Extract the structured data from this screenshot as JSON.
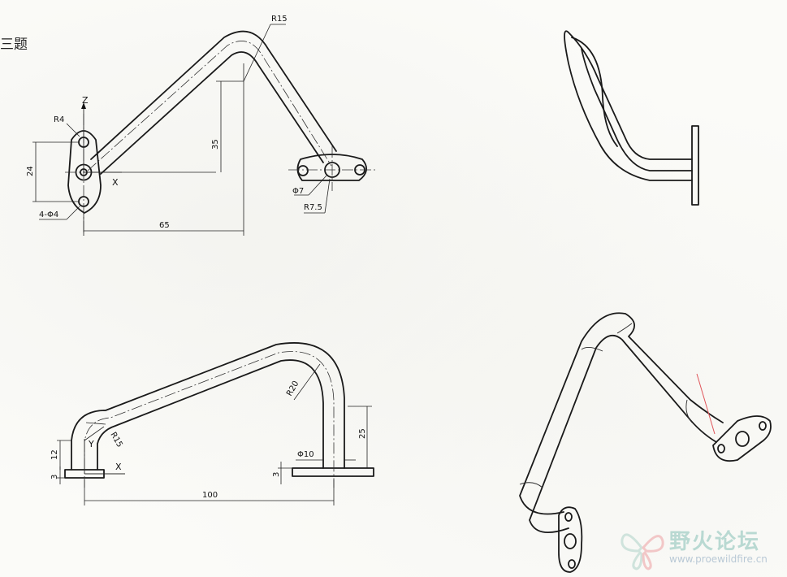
{
  "page": {
    "title": "三题"
  },
  "top_view": {
    "axis_z": "Z",
    "axis_x": "X",
    "dim_r4": "R4",
    "dim_24": "24",
    "dim_holes": "4-Φ4",
    "dim_65": "65",
    "dim_35": "35",
    "dim_r15": "R15",
    "dim_phi7": "Φ7",
    "dim_r75": "R7.5"
  },
  "front_view": {
    "axis_y": "Y",
    "axis_x": "X",
    "dim_12": "12",
    "dim_3_left": "3",
    "dim_r15": "R15",
    "dim_r20": "R20",
    "dim_phi10": "Φ10",
    "dim_25": "25",
    "dim_3_right": "3",
    "dim_100": "100"
  },
  "watermark": {
    "name": "野火论坛",
    "url": "www.proewildfire.cn"
  },
  "colors": {
    "paper": "#fbfbf8",
    "ink": "#1a1a1a",
    "watermark_text": "#b9d9d2",
    "marker_line": "#e0555a"
  }
}
